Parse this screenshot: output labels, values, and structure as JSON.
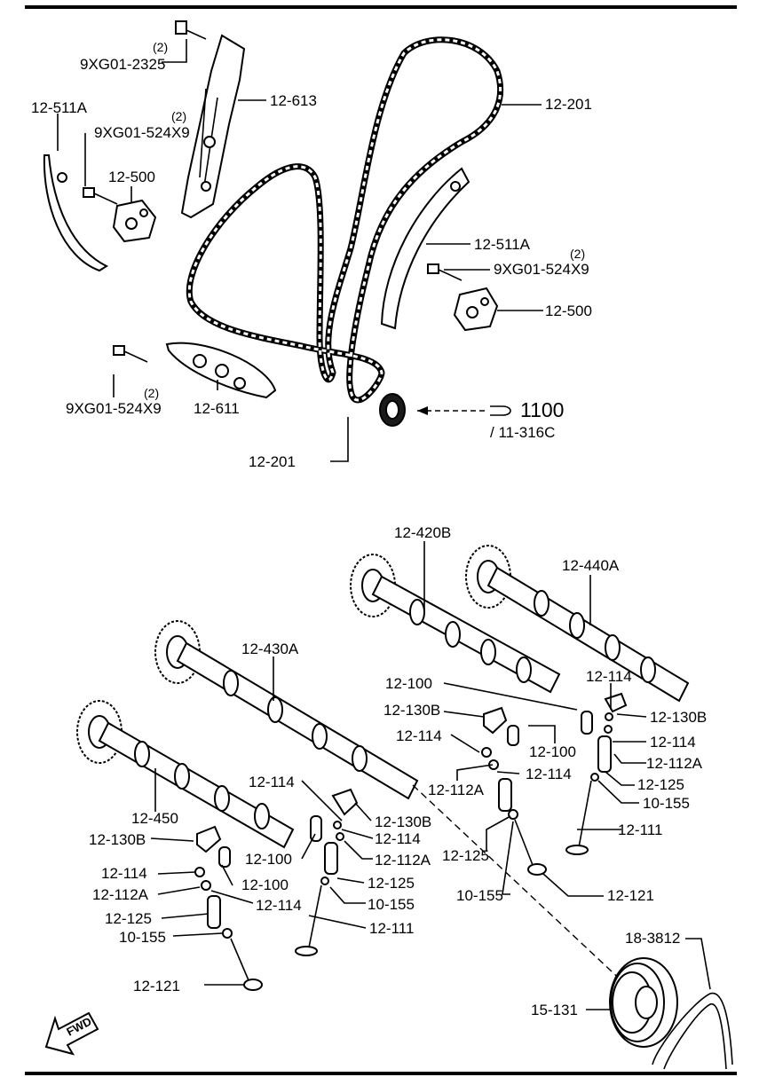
{
  "labels": {
    "bolt_2325": "9XG01-2325",
    "bolt_2325_qty": "(2)",
    "guide_613": "12-613",
    "guide_511a_left": "12-511A",
    "bolt_524x9_top": "9XG01-524X9",
    "bolt_524x9_top_qty": "(2)",
    "tensioner_500_left": "12-500",
    "chain_201_top": "12-201",
    "guide_511a_right": "12-511A",
    "bolt_524x9_right": "9XG01-524X9",
    "bolt_524x9_right_qty": "(2)",
    "tensioner_500_right": "12-500",
    "bolt_524x9_bottom": "9XG01-524X9",
    "bolt_524x9_bottom_qty": "(2)",
    "guide_611": "12-611",
    "ref_1100": "1100",
    "ref_11316c": "/ 11-316C",
    "chain_201_bottom": "12-201",
    "cam_420b": "12-420B",
    "cam_440a": "12-440A",
    "cam_430a": "12-430A",
    "cam_450": "12-450",
    "r_100_a": "12-100",
    "r_114_a": "12-114",
    "r_130b_a": "12-130B",
    "r_130b_b": "12-130B",
    "r_114_b": "12-114",
    "r_114_c": "12-114",
    "r_100_b": "12-100",
    "r_112a_a": "12-112A",
    "r_114_d": "12-114",
    "r_112a_b": "12-112A",
    "r_125_a": "12-125",
    "r_155_a": "10-155",
    "r_111_a": "12-111",
    "r_114_e": "12-114",
    "r_130b_c": "12-130B",
    "r_114_f": "12-114",
    "r_100_c": "12-100",
    "r_112a_c": "12-112A",
    "r_125_b": "12-125",
    "r_155_b": "10-155",
    "r_121_a": "12-121",
    "r_130b_d": "12-130B",
    "r_100_d": "12-100",
    "r_114_g": "12-114",
    "r_112a_d": "12-112A",
    "r_114_h": "12-114",
    "r_125_c": "12-125",
    "r_155_c": "10-155",
    "r_125_d": "12-125",
    "r_155_d": "10-155",
    "r_111_b": "12-111",
    "r_121_b": "12-121",
    "pulley_3812": "18-3812",
    "pulley_131": "15-131",
    "fwd": "FWD"
  }
}
